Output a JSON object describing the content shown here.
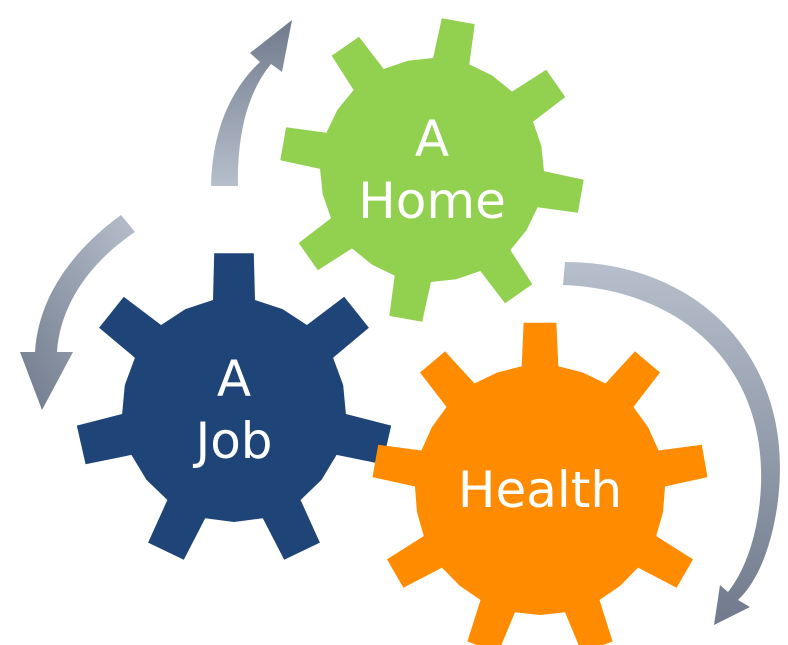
{
  "gears": [
    {
      "id": "home",
      "lines": [
        "A",
        "Home"
      ],
      "color": "#92d050"
    },
    {
      "id": "job",
      "lines": [
        "A",
        "Job"
      ],
      "color": "#1f4578"
    },
    {
      "id": "health",
      "lines": [
        "Health"
      ],
      "color": "#ff8c00"
    }
  ],
  "arrow_colors": {
    "light": "#b7bfcc",
    "dark": "#707a8c"
  }
}
